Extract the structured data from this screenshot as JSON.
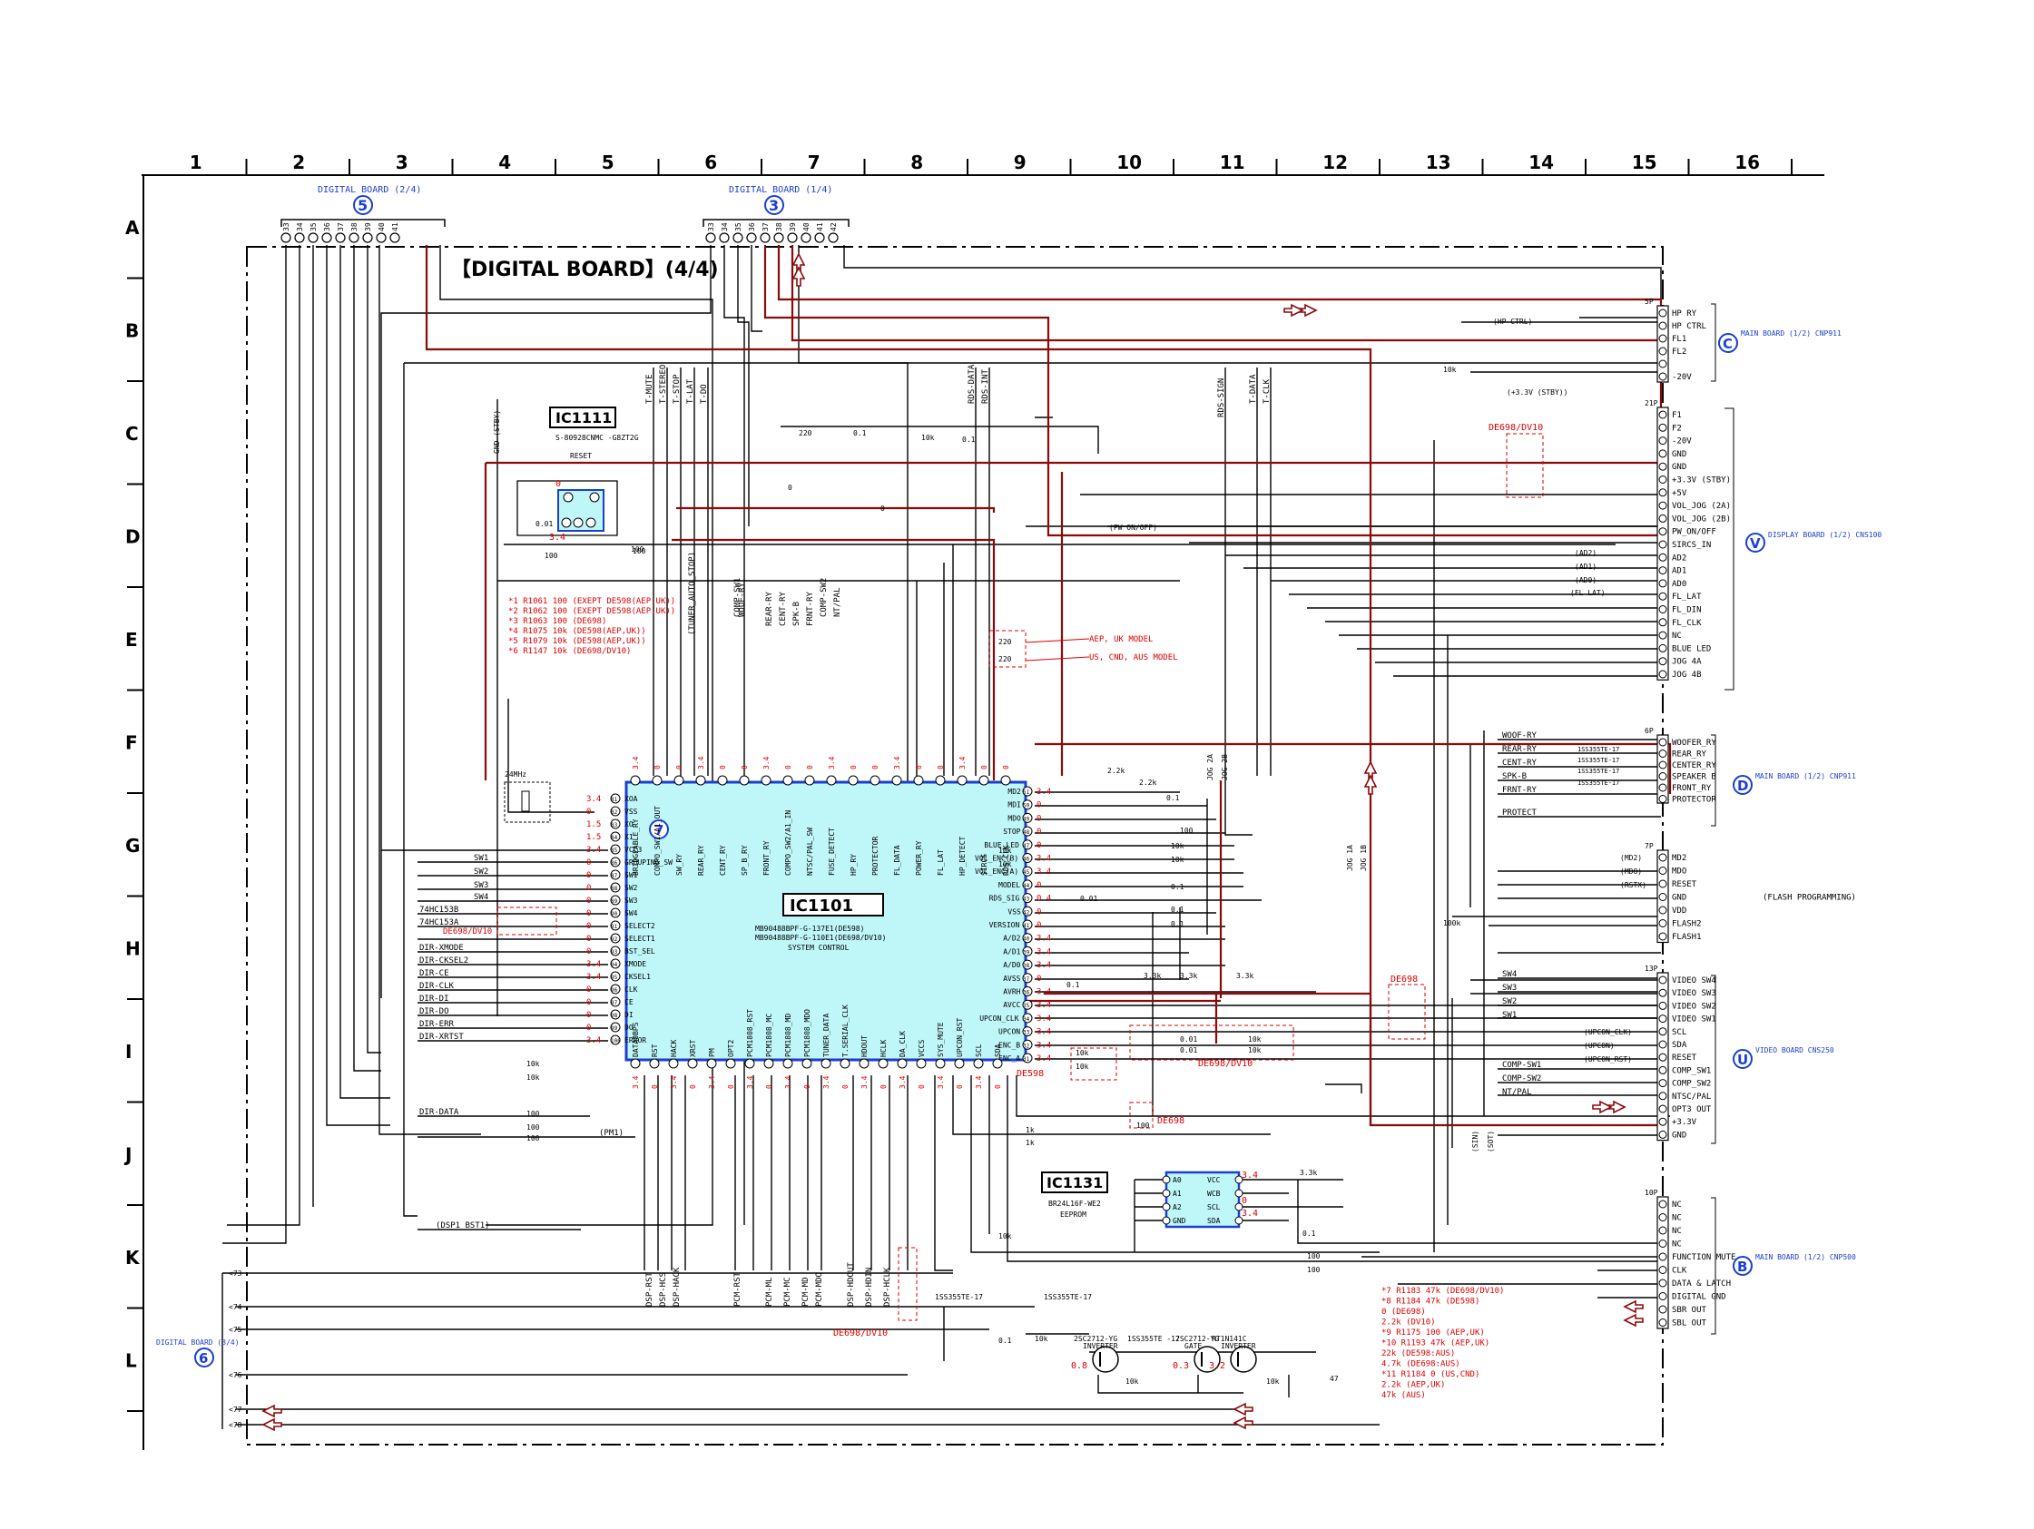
{
  "grid": {
    "columns": [
      "1",
      "2",
      "3",
      "4",
      "5",
      "6",
      "7",
      "8",
      "9",
      "10",
      "11",
      "12",
      "13",
      "14",
      "15",
      "16"
    ],
    "rows": [
      "A",
      "B",
      "C",
      "D",
      "E",
      "F",
      "G",
      "H",
      "I",
      "J",
      "K",
      "L"
    ]
  },
  "title": "【DIGITAL BOARD】(4/4)",
  "boards": {
    "digital_2_4": {
      "label": "DIGITAL BOARD (2/4)",
      "num": "5"
    },
    "digital_1_4": {
      "label": "DIGITAL BOARD (1/4)",
      "num": "3"
    },
    "digital_3_4": {
      "label": "DIGITAL BOARD (3/4)",
      "num": "6"
    },
    "main_c": {
      "label": "MAIN BOARD (1/2) CNP911",
      "num": "C"
    },
    "display_v": {
      "label": "DISPLAY BOARD (1/2) CNS100",
      "num": "V"
    },
    "main_d": {
      "label": "MAIN BOARD (1/2) CNP911",
      "num": "D"
    },
    "video_u": {
      "label": "VIDEO BOARD CNS250",
      "num": "U"
    },
    "main_b": {
      "label": "MAIN BOARD (1/2) CNP500",
      "num": "B"
    }
  },
  "ics": {
    "ic1101": {
      "name": "IC1101",
      "part1": "MB90488BPF-G-137E1(DE598)",
      "part2": "MB90488BPF-G-110E1(DE698/DV10)",
      "desc": "SYSTEM CONTROL",
      "marker": "7"
    },
    "ic1111": {
      "name": "IC1111",
      "part": "S-80928CNMC -G8ZT2G",
      "desc": "RESET"
    },
    "ic1131": {
      "name": "IC1131",
      "part": "BR24L16F-WE2",
      "desc": "EEPROM"
    }
  },
  "ic1101_left_pins": [
    {
      "n": "81",
      "name": "XOA"
    },
    {
      "n": "82",
      "name": "VSS"
    },
    {
      "n": "83",
      "name": "XO"
    },
    {
      "n": "84",
      "name": "X1"
    },
    {
      "n": "85",
      "name": "VCC3"
    },
    {
      "n": "86",
      "name": "GROUPING_SW"
    },
    {
      "n": "87",
      "name": "SW1"
    },
    {
      "n": "88",
      "name": "SW2"
    },
    {
      "n": "89",
      "name": "SW3"
    },
    {
      "n": "90",
      "name": "SW4"
    },
    {
      "n": "91",
      "name": "SELECT2"
    },
    {
      "n": "92",
      "name": "SELECT1"
    },
    {
      "n": "93",
      "name": "BST_SEL"
    },
    {
      "n": "94",
      "name": "XMODE"
    },
    {
      "n": "95",
      "name": "CKSEL1"
    },
    {
      "n": "96",
      "name": "CLK"
    },
    {
      "n": "97",
      "name": "CE"
    },
    {
      "n": "98",
      "name": "DI"
    },
    {
      "n": "99",
      "name": "DO"
    },
    {
      "n": "100",
      "name": "ERROR"
    }
  ],
  "ic1101_right_pins": [
    {
      "n": "51",
      "name": "MD2"
    },
    {
      "n": "50",
      "name": "MDI"
    },
    {
      "n": "49",
      "name": "MDO"
    },
    {
      "n": "48",
      "name": "STOP"
    },
    {
      "n": "47",
      "name": "BLUE_LED"
    },
    {
      "n": "46",
      "name": "VOL_ENC(B)"
    },
    {
      "n": "45",
      "name": "VOL_ENC(A)"
    },
    {
      "n": "44",
      "name": "MODEL"
    },
    {
      "n": "43",
      "name": "RDS_SIG"
    },
    {
      "n": "42",
      "name": "VSS"
    },
    {
      "n": "41",
      "name": "VERSION"
    },
    {
      "n": "40",
      "name": "A/D2"
    },
    {
      "n": "39",
      "name": "A/D1"
    },
    {
      "n": "38",
      "name": "A/D0"
    },
    {
      "n": "37",
      "name": "AVSS"
    },
    {
      "n": "36",
      "name": "AVRH"
    },
    {
      "n": "35",
      "name": "AVCC"
    },
    {
      "n": "34",
      "name": "UPCON_CLK"
    },
    {
      "n": "33",
      "name": "UPCON"
    },
    {
      "n": "32",
      "name": "ENC_B"
    },
    {
      "n": "31",
      "name": "ENC_A"
    }
  ],
  "ic1101_top_pins": [
    "BRIDGEABLE_RY",
    "COMPO_SW1/A1_OUT",
    "SW_RY",
    "REAR_RY",
    "CENT_RY",
    "SP_B_RY",
    "FRONT_RY",
    "COMPO_SW2/A1_IN",
    "NTSC/PAL_SW",
    "FUSE_DETECT",
    "HP_RY",
    "PROTECTOR",
    "FL_DATA",
    "POWER_RY",
    "FL_LAT",
    "HP_DETECT",
    "SIRCS",
    "RDS_CLK"
  ],
  "ic1101_bottom_pins": [
    "DATAOBPS",
    "RST",
    "HACK",
    "XRST",
    "PM",
    "OPT2",
    "PCM1808_RST",
    "PCM1808_MC",
    "PCM1808_MD",
    "PCM1808_MDO",
    "TUNER_DATA",
    "T.SERIAL_CLK",
    "HDOUT",
    "HCLK",
    "DA_CLK",
    "VCCS",
    "SYS_MUTE",
    "UPCON_RST",
    "SCL",
    "SDA"
  ],
  "ic1101_vert_labels": [
    "T-MUTE",
    "T-STEREO",
    "T-STOP",
    "T-LAT",
    "T-DO",
    "RDS-DATA",
    "RDS-INT",
    "RDS-SIGN",
    "T-DATA",
    "T-CLK",
    "DSP-RST",
    "DSP-HCS",
    "DSP-HACK",
    "PCM-RST",
    "PCM-ML",
    "PCM-MC",
    "PCM-MD",
    "PCM-MDO",
    "DSP-HDOUT",
    "DSP-HDIN",
    "DSP-HCLK",
    "WOOF-RY",
    "REAR-RY",
    "CENT-RY",
    "SPK-B",
    "FRNT-RY",
    "COMP-SW2",
    "NT/PAL",
    "COMP-SW1",
    "(TUNER_AUTO_STOP)"
  ],
  "left_signals": [
    "SW1",
    "SW2",
    "SW3",
    "SW4",
    "74HC153B",
    "74HC153A",
    "DE698/DV10",
    "DIR-XMODE",
    "DIR-CKSEL2",
    "DIR-CE",
    "DIR-CLK",
    "DIR-DI",
    "DIR-DO",
    "DIR-ERR",
    "DIR-XRTST",
    "DIR-DATA",
    "(DSP1 BST1)",
    "(PM1)"
  ],
  "connectors": {
    "cn_5p": {
      "label": "5P",
      "pins": [
        "HP RY",
        "HP CTRL",
        "FL1",
        "FL2",
        "",
        "-20V"
      ]
    },
    "cn_21p": {
      "label": "21P",
      "pins": [
        "F1",
        "F2",
        "-20V",
        "GND",
        "GND",
        "+3.3V (STBY)",
        "+5V",
        "VOL_JOG (2A)",
        "VOL_JOG (2B)",
        "PW_ON/OFF",
        "SIRCS_IN",
        "AD2",
        "AD1",
        "AD0",
        "FL_LAT",
        "FL_DIN",
        "FL_CLK",
        "NC",
        "BLUE LED",
        "JOG 4A",
        "JOG 4B"
      ]
    },
    "cn_6p": {
      "label": "6P",
      "pins": [
        "WOOFER_RY",
        "REAR_RY",
        "CENTER_RY",
        "SPEAKER B",
        "FRONT_RY",
        "PROTECTOR"
      ]
    },
    "cn_7p": {
      "label": "7P",
      "pins": [
        "MD2",
        "MDO",
        "RESET",
        "GND",
        "VDD",
        "FLASH2",
        "FLASH1"
      ],
      "note": "(FLASH PROGRAMMING)"
    },
    "cn_13p": {
      "label": "13P",
      "pins": [
        "VIDEO SW4",
        "VIDEO SW3",
        "VIDEO SW2",
        "VIDEO SW1",
        "SCL",
        "SDA",
        "RESET",
        "COMP_SW1",
        "COMP_SW2",
        "NTSC/PAL",
        "OPT3 OUT",
        "+3.3V",
        "GND"
      ]
    },
    "cn_10p": {
      "label": "10P",
      "pins": [
        "NC",
        "NC",
        "NC",
        "NC",
        "FUNCTION MUTE",
        "CLK",
        "DATA & LATCH",
        "DIGITAL GND",
        "SBR OUT",
        "SBL OUT"
      ]
    }
  },
  "right_labels": {
    "ry_lines": [
      "WOOF-RY",
      "REAR-RY",
      "CENT-RY",
      "SPK-B",
      "FRNT-RY",
      "PROTECT"
    ],
    "diode": "1SS355TE-17",
    "sw_lines": [
      "SW4",
      "SW3",
      "SW2",
      "SW1"
    ],
    "comp_lines": [
      "COMP-SW1",
      "COMP-SW2",
      "NT/PAL"
    ],
    "flash_tags": [
      "(MD2)",
      "(MDO)",
      "(RSTX)"
    ],
    "upcon_tags": [
      "(UPCON_CLK)",
      "(UPCON)",
      "(UPCON_RST)"
    ],
    "display_tags": [
      "(AD2)",
      "(AD1)",
      "(AD0)",
      "(FL LAT)",
      "(HP CTRL)",
      "(+3.3V (STBY))",
      "(PW ON/OFF)"
    ]
  },
  "notes_left": [
    "*1 R1061 100 (EXEPT DE598(AEP,UK))",
    "*2 R1062 100 (EXEPT DE598(AEP,UK))",
    "*3 R1063 100 (DE698)",
    "*4 R1075 10k (DE598(AEP,UK))",
    "*5 R1079 10k (DE598(AEP,UK))",
    "*6 R1147 10k (DE698/DV10)"
  ],
  "notes_right": [
    "*7 R1183 47k (DE698/DV10)",
    "*8 R1184 47k (DE598)",
    "        0 (DE698)",
    "     2.2k (DV10)",
    "*9 R1175 100 (AEP,UK)",
    "*10 R1193 47k (AEP,UK)",
    "         22k (DE598:AUS)",
    "        4.7k (DE698:AUS)",
    "*11 R1184 0 (US,CND)",
    "        2.2k (AEP,UK)",
    "         47k (AUS)"
  ],
  "model_notes": [
    "AEP, UK MODEL",
    "US, CND, AUS MODEL"
  ],
  "crystal": "24MHz",
  "transistors": [
    {
      "name": "2SC2712-YG",
      "desc": "INVERTER",
      "v": "0.8"
    },
    {
      "name": "2SC2712-YG",
      "desc": "GATE",
      "v": "0.3"
    },
    {
      "name": "RT1N141C",
      "desc": "INVERTER",
      "v": "3.2"
    }
  ],
  "diodes": [
    "1SS355TE-17",
    "1SS355TE-17",
    "1SS355TE -17"
  ],
  "board_refs_left": [
    "73",
    "74",
    "75",
    "76",
    "77",
    "78"
  ],
  "top_pins_5": [
    "33",
    "34",
    "35",
    "36",
    "37",
    "38",
    "39",
    "40",
    "41"
  ],
  "top_pins_3": [
    "33",
    "34",
    "35",
    "36",
    "37",
    "38",
    "39",
    "40",
    "41",
    "42"
  ],
  "values": {
    "res": [
      "100",
      "10k",
      "2.2k",
      "1k",
      "3.3k",
      "220",
      "47",
      "0.1",
      "0.01",
      "100k",
      "22k",
      "4.7k",
      "1.5",
      "3.4",
      "0"
    ],
    "jog": [
      "JOG 2A",
      "JOG 2B",
      "JOG 1A",
      "JOG 1B",
      "GND (STBY)",
      "(SIN)",
      "(SOT)"
    ]
  },
  "tags_misc": [
    "DE598",
    "DE698",
    "DE698/DV10",
    "(PW ON/OFF)",
    "(GND (STBY))"
  ]
}
